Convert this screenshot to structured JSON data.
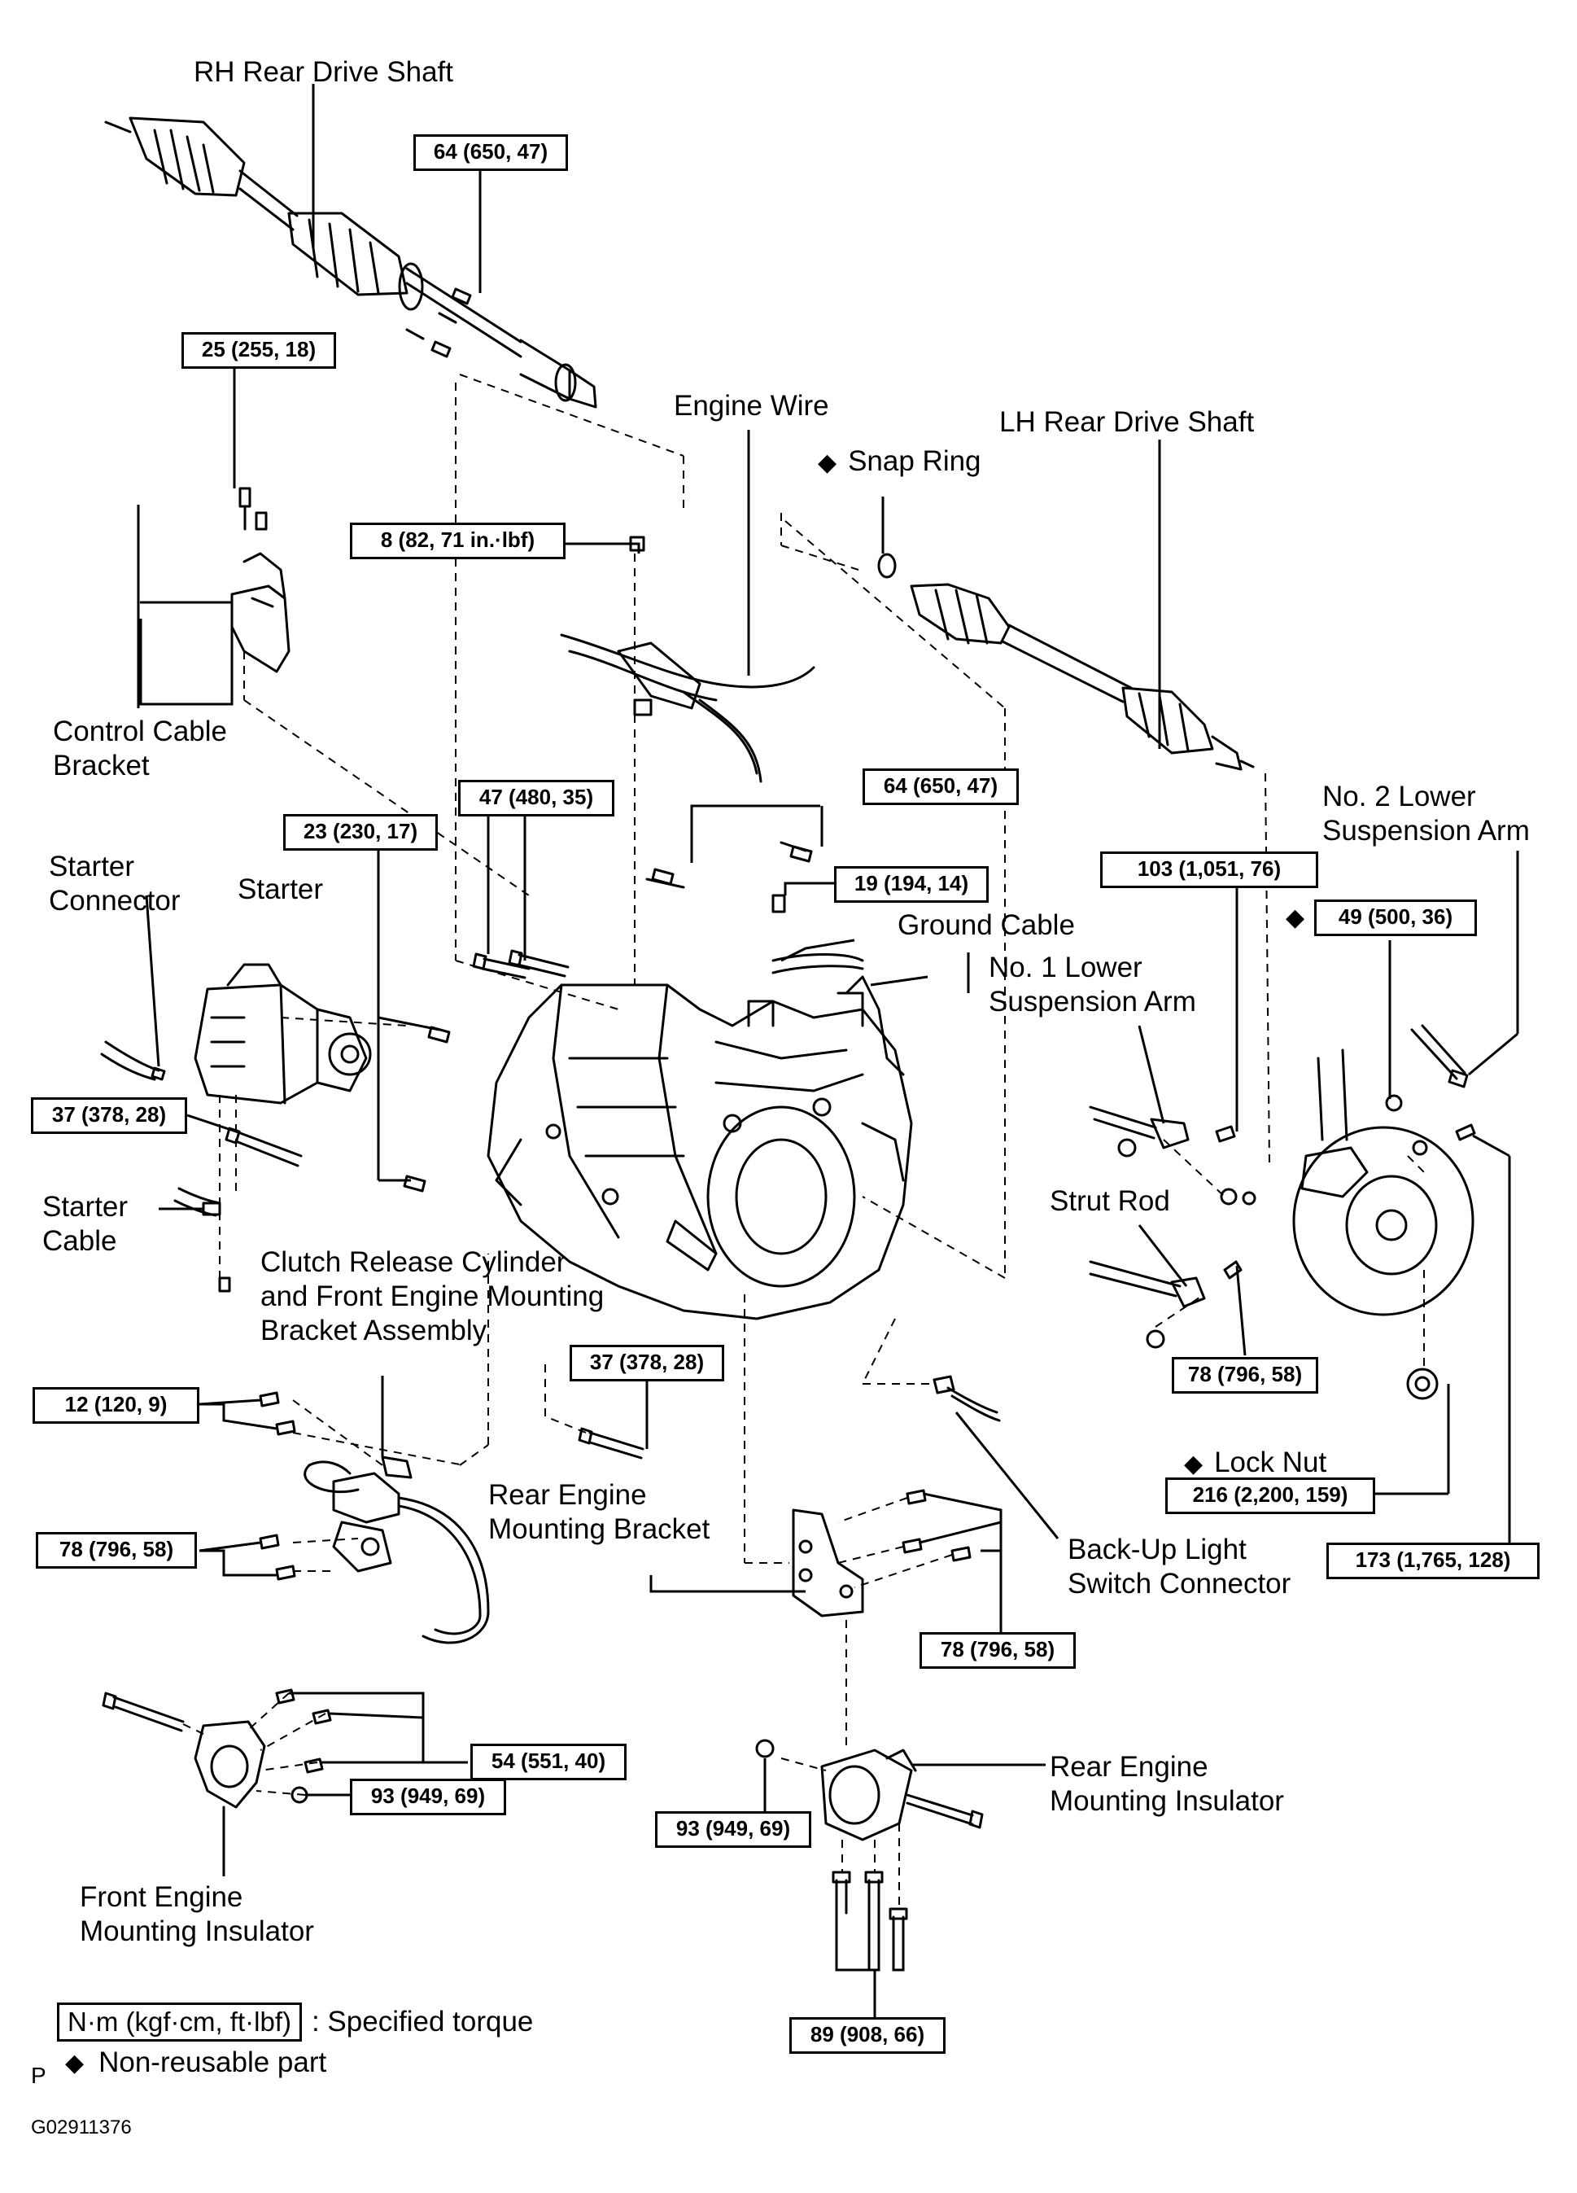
{
  "labels": {
    "rh_drive_shaft": "RH Rear Drive Shaft",
    "engine_wire": "Engine Wire",
    "lh_drive_shaft": "LH Rear Drive Shaft",
    "snap_ring": "Snap Ring",
    "control_cable_bracket_1": "Control Cable",
    "control_cable_bracket_2": "Bracket",
    "starter_connector_1": "Starter",
    "starter_connector_2": "Connector",
    "starter": "Starter",
    "ground_cable": "Ground Cable",
    "no2_lower_arm_1": "No. 2 Lower",
    "no2_lower_arm_2": "Suspension Arm",
    "no1_lower_arm_1": "No. 1 Lower",
    "no1_lower_arm_2": "Suspension Arm",
    "starter_cable_1": "Starter",
    "starter_cable_2": "Cable",
    "strut_rod": "Strut Rod",
    "clutch_1": "Clutch Release Cylinder",
    "clutch_2": "and Front Engine Mounting",
    "clutch_3": "Bracket Assembly",
    "lock_nut": "Lock Nut",
    "rear_bracket_1": "Rear Engine",
    "rear_bracket_2": "Mounting Bracket",
    "backup_1": "Back-Up  Light",
    "backup_2": "Switch Connector",
    "rear_insulator_1": "Rear Engine",
    "rear_insulator_2": "Mounting Insulator",
    "front_insulator_1": "Front Engine",
    "front_insulator_2": "Mounting Insulator"
  },
  "torques": {
    "t_64_top": "64 (650, 47)",
    "t_25": "25 (255, 18)",
    "t_8": "8 (82, 71 in.·lbf)",
    "t_47": "47 (480, 35)",
    "t_64_mid": "64 (650, 47)",
    "t_23": "23 (230, 17)",
    "t_19": "19 (194, 14)",
    "t_103": "103 (1,051, 76)",
    "t_49": "49 (500, 36)",
    "t_37_left": "37 (378, 28)",
    "t_37_mid": "37 (378, 28)",
    "t_12": "12 (120, 9)",
    "t_78_left": "78 (796, 58)",
    "t_78_right": "78 (796, 58)",
    "t_78_bottom": "78 (796, 58)",
    "t_216": "216 (2,200, 159)",
    "t_173": "173 (1,765, 128)",
    "t_54": "54 (551, 40)",
    "t_93_left": "93 (949, 69)",
    "t_93_bottom": "93 (949, 69)",
    "t_89": "89 (908, 66)"
  },
  "legend": {
    "torque_box": "N·m (kgf·cm, ft·lbf)",
    "torque_desc": ": Specified torque",
    "nonreusable": "Non-reusable  part",
    "diamond": "◆"
  },
  "footer": {
    "page_letter": "P",
    "figure_code": "G02911376"
  }
}
